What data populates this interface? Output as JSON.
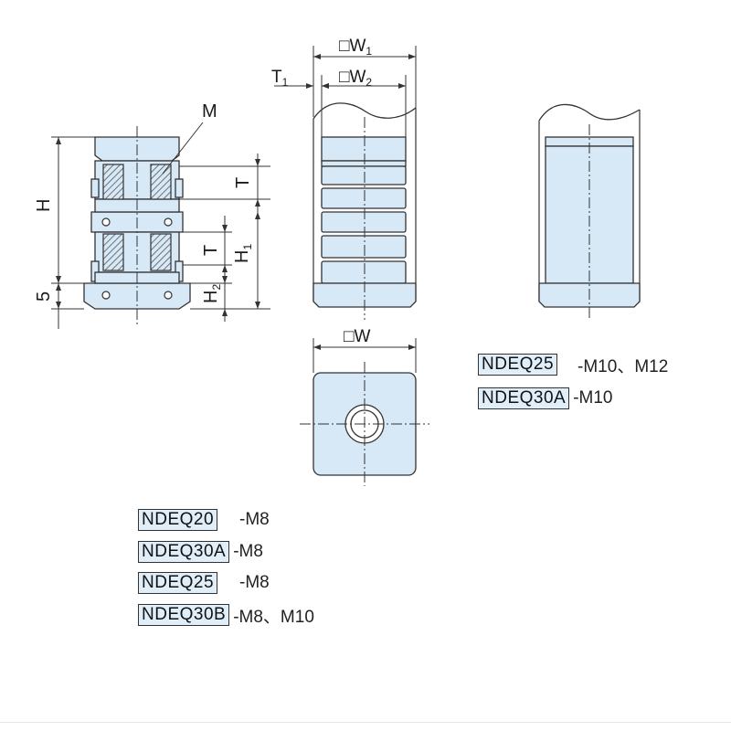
{
  "colors": {
    "fill": "#d7e8f6",
    "stroke": "#333333",
    "badge_fill": "#dfeef9",
    "hatch": "#555555"
  },
  "dimensions": {
    "M": "M",
    "H": "H",
    "T_upper": "T",
    "T_lower": "T",
    "H1_main": "H",
    "H1_sub": "1",
    "H2_main": "H",
    "H2_sub": "2",
    "five": "5",
    "W1_main": "□W",
    "W1_sub": "1",
    "W2_main": "□W",
    "W2_sub": "2",
    "T1_main": "T",
    "T1_sub": "1",
    "W": "□W"
  },
  "model_groups": [
    {
      "rows": [
        {
          "model": "NDEQ25",
          "spec": "-M10、M12"
        },
        {
          "model": "NDEQ30A",
          "spec": "-M10"
        }
      ]
    },
    {
      "rows": [
        {
          "model": "NDEQ20",
          "spec": "-M8"
        },
        {
          "model": "NDEQ30A",
          "spec": "-M8"
        },
        {
          "model": "NDEQ25",
          "spec": "-M8"
        },
        {
          "model": "NDEQ30B",
          "spec": "-M8、M10"
        }
      ]
    }
  ]
}
